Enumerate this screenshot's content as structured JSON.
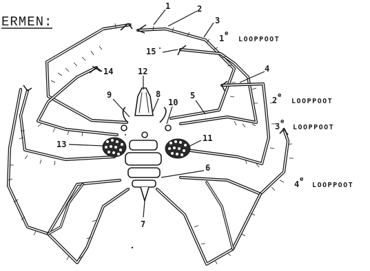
{
  "title": "ERMEN:",
  "callouts": [
    "1",
    "2",
    "3",
    "4",
    "5",
    "6",
    "7",
    "8",
    "9",
    "10",
    "11",
    "12",
    "13",
    "14",
    "15"
  ],
  "legs": {
    "leg1": {
      "sup": "e",
      "num": "1",
      "text": "LOOPPOOT"
    },
    "leg2": {
      "sup": "e",
      "num": "2",
      "text": "LOOPPOOT"
    },
    "leg3": {
      "sup": "e",
      "num": "3",
      "text": "LOOPPOOT"
    },
    "leg4": {
      "sup": "e",
      "num": "4",
      "text": "LOOPPOOT"
    }
  },
  "colors": {
    "ink": "#1a1a1a",
    "paper": "#ffffff"
  }
}
